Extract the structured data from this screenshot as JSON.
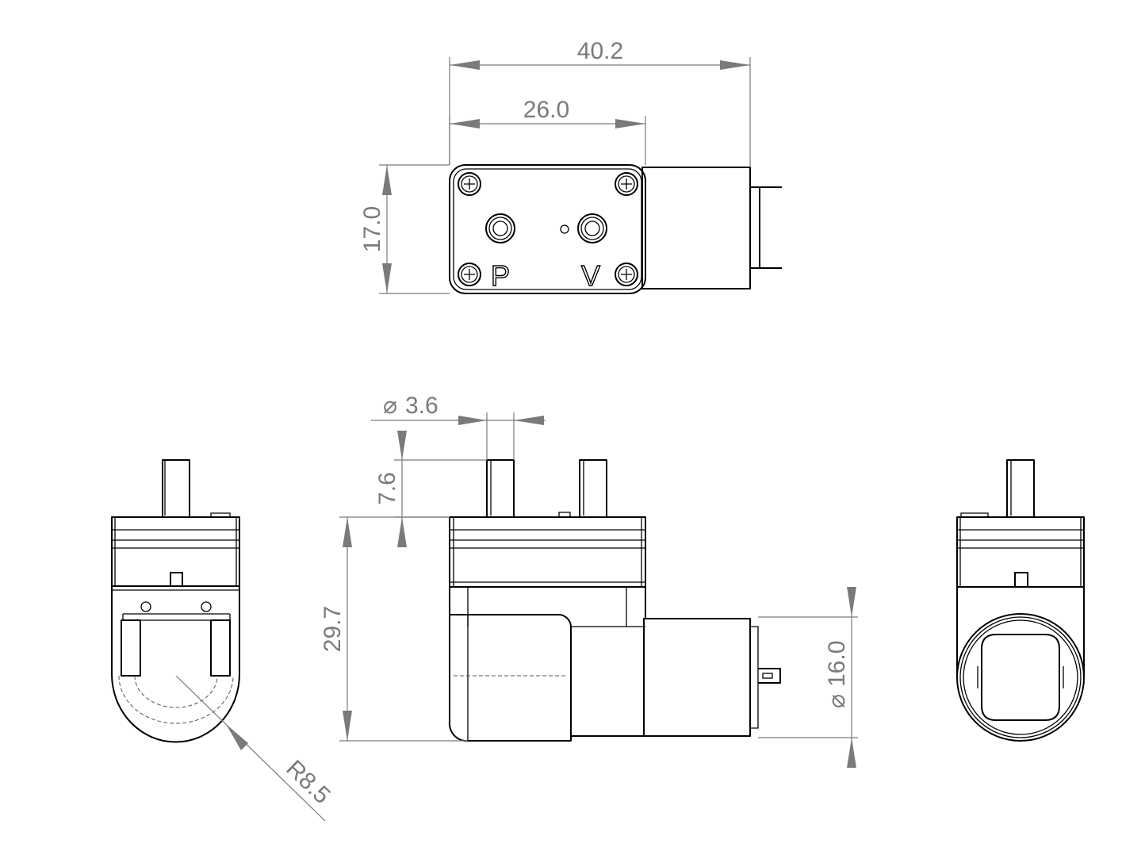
{
  "dimensions": {
    "overall_length": "40.2",
    "head_length": "26.0",
    "head_width": "17.0",
    "port_diameter_symbol": "⌀",
    "port_diameter": "3.6",
    "port_height": "7.6",
    "body_height": "29.7",
    "motor_diameter_symbol": "⌀",
    "motor_diameter": "16.0",
    "end_radius": "R8.5"
  },
  "ports": {
    "pressure": "P",
    "vacuum": "V"
  }
}
